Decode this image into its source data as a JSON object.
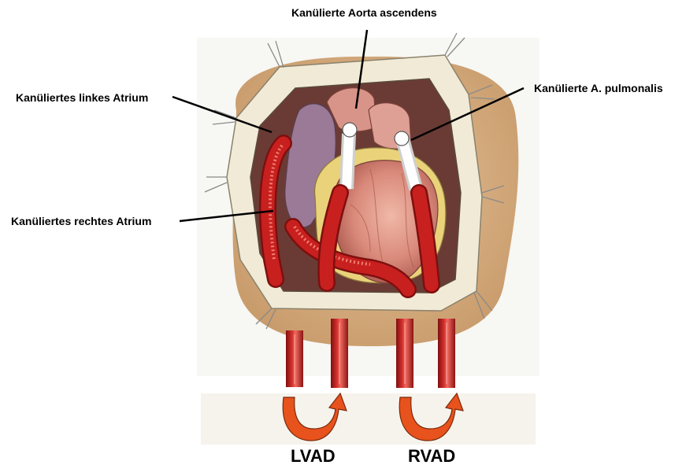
{
  "labels": {
    "aorta": "Kanülierte Aorta ascendens",
    "left_atrium": "Kanüliertes linkes Atrium",
    "pulmonary_artery": "Kanülierte A. pulmonalis",
    "right_atrium": "Kanüliertes rechtes Atrium",
    "lvad": "LVAD",
    "rvad": "RVAD"
  },
  "colors": {
    "cannula_red": "#c8201f",
    "arrow_orange": "#e8521c",
    "skin": "#dcb58a",
    "drape": "#f1ead6",
    "heart_pink": "#d08c80",
    "fat_yellow": "#e9d27a"
  }
}
